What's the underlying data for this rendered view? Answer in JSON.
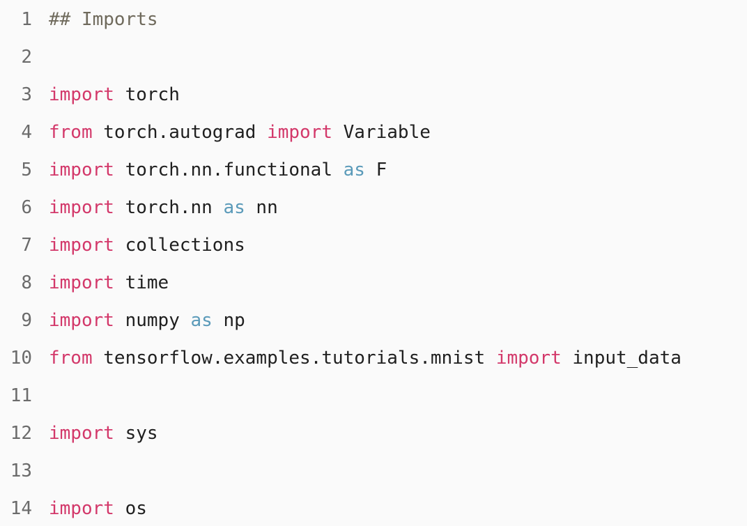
{
  "editor": {
    "lines": [
      {
        "number": "1",
        "tokens": [
          {
            "text": "## Imports",
            "kind": "comment"
          }
        ]
      },
      {
        "number": "2",
        "tokens": []
      },
      {
        "number": "3",
        "tokens": [
          {
            "text": "import",
            "kind": "keyword"
          },
          {
            "text": " torch",
            "kind": "plain"
          }
        ]
      },
      {
        "number": "4",
        "tokens": [
          {
            "text": "from",
            "kind": "keyword"
          },
          {
            "text": " torch.autograd ",
            "kind": "plain"
          },
          {
            "text": "import",
            "kind": "keyword"
          },
          {
            "text": " Variable",
            "kind": "plain"
          }
        ]
      },
      {
        "number": "5",
        "tokens": [
          {
            "text": "import",
            "kind": "keyword"
          },
          {
            "text": " torch.nn.functional ",
            "kind": "plain"
          },
          {
            "text": "as",
            "kind": "as"
          },
          {
            "text": " F",
            "kind": "plain"
          }
        ]
      },
      {
        "number": "6",
        "tokens": [
          {
            "text": "import",
            "kind": "keyword"
          },
          {
            "text": " torch.nn ",
            "kind": "plain"
          },
          {
            "text": "as",
            "kind": "as"
          },
          {
            "text": " nn",
            "kind": "plain"
          }
        ]
      },
      {
        "number": "7",
        "tokens": [
          {
            "text": "import",
            "kind": "keyword"
          },
          {
            "text": " collections",
            "kind": "plain"
          }
        ]
      },
      {
        "number": "8",
        "tokens": [
          {
            "text": "import",
            "kind": "keyword"
          },
          {
            "text": " time",
            "kind": "plain"
          }
        ]
      },
      {
        "number": "9",
        "tokens": [
          {
            "text": "import",
            "kind": "keyword"
          },
          {
            "text": " numpy ",
            "kind": "plain"
          },
          {
            "text": "as",
            "kind": "as"
          },
          {
            "text": " np",
            "kind": "plain"
          }
        ]
      },
      {
        "number": "10",
        "tokens": [
          {
            "text": "from",
            "kind": "keyword"
          },
          {
            "text": " tensorflow.examples.tutorials.mnist ",
            "kind": "plain"
          },
          {
            "text": "import",
            "kind": "keyword"
          },
          {
            "text": " input_data",
            "kind": "plain"
          }
        ]
      },
      {
        "number": "11",
        "tokens": []
      },
      {
        "number": "12",
        "tokens": [
          {
            "text": "import",
            "kind": "keyword"
          },
          {
            "text": " sys",
            "kind": "plain"
          }
        ]
      },
      {
        "number": "13",
        "tokens": []
      },
      {
        "number": "14",
        "tokens": [
          {
            "text": "import",
            "kind": "keyword"
          },
          {
            "text": " os",
            "kind": "plain"
          }
        ]
      }
    ]
  },
  "colors": {
    "background": "#fafafa",
    "keyword": "#d3386a",
    "as_keyword": "#5a9ab9",
    "comment": "#6f6a5c",
    "plain": "#1f1f1f",
    "line_number": "#6b6b6b"
  }
}
